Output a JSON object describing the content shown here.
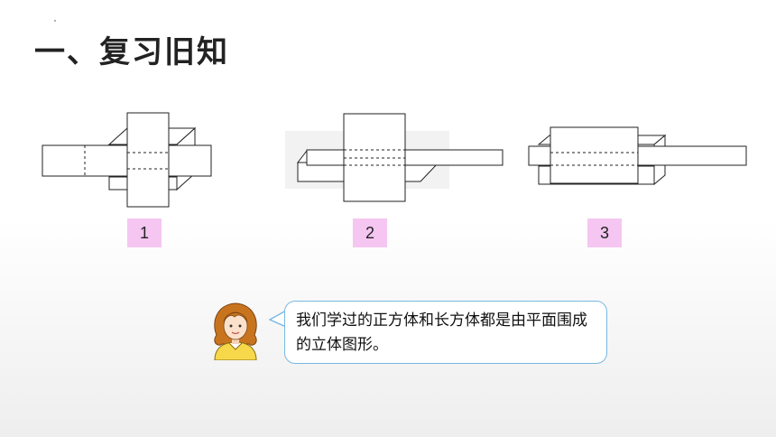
{
  "page": {
    "title": "一、复习旧知"
  },
  "figures": [
    {
      "label": "1"
    },
    {
      "label": "2"
    },
    {
      "label": "3"
    }
  ],
  "speech": {
    "text": "我们学过的正方体和长方体都是由平面围成的立体图形。"
  },
  "colors": {
    "badge": "#f5c6f1",
    "bubble_border": "#7ab8e2",
    "hair": "#c8741f",
    "shirt": "#f7d84a"
  },
  "icons": [
    "girl-avatar-icon"
  ]
}
